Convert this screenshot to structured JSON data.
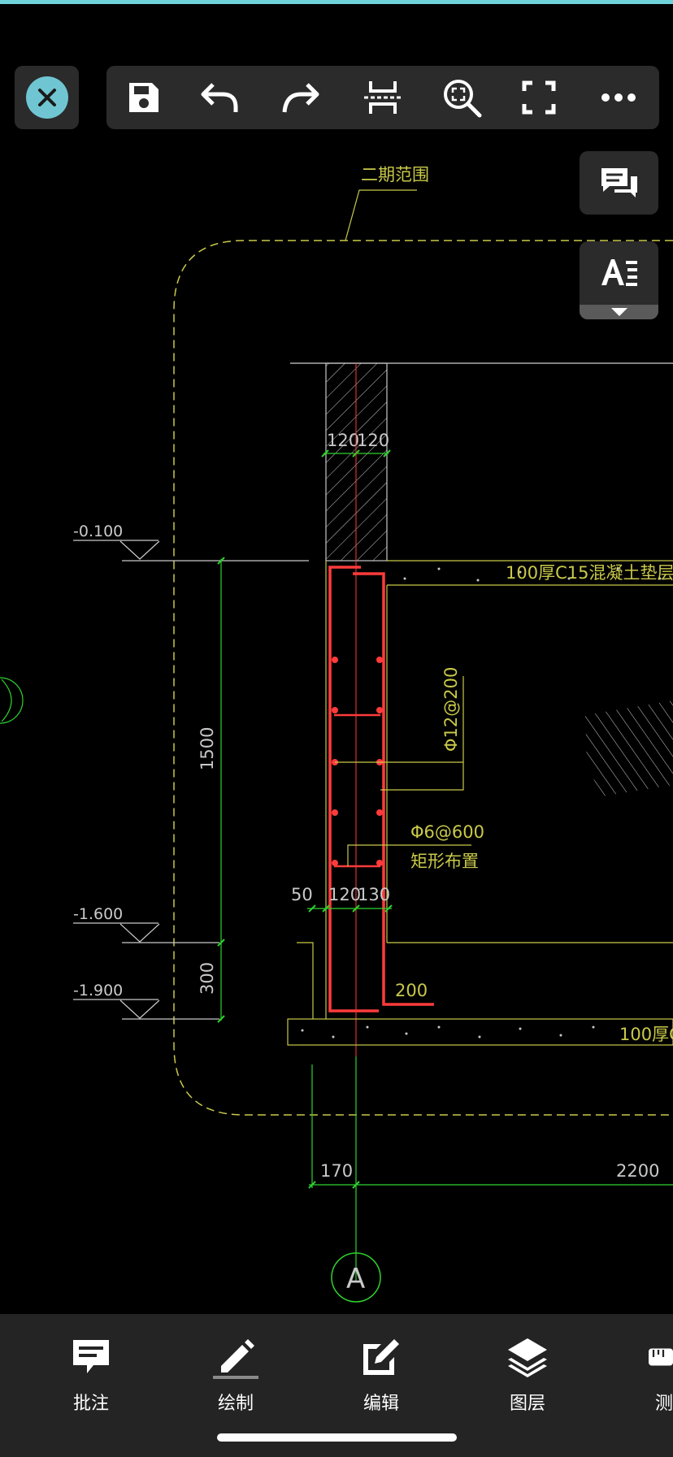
{
  "toolbar": {
    "close_icon": "close-icon",
    "tools": [
      "save-icon",
      "undo-icon",
      "redo-icon",
      "section-cut-icon",
      "zoom-window-icon",
      "fullscreen-icon",
      "more-icon"
    ]
  },
  "side_buttons": {
    "comments_icon": "comments-icon",
    "text_style_icon": "text-style-icon"
  },
  "drawing": {
    "phase_label": "二期范围",
    "dim_top_1": "120",
    "dim_top_2": "120",
    "elev_1": "-0.100",
    "elev_2": "-1.600",
    "elev_3": "-1.900",
    "dim_height_1": "1500",
    "dim_height_2": "300",
    "cushion_top": "100厚C15混凝土垫层",
    "cushion_bottom": "100厚C",
    "rebar_main": "Φ12@200",
    "rebar_tie": "Φ6@600",
    "tie_layout": "矩形布置",
    "dim_bottom_1": "50",
    "dim_bottom_2": "120",
    "dim_bottom_3": "130",
    "footing_ext": "200",
    "dim_170": "170",
    "dim_2200": "2200",
    "axis_label": "A"
  },
  "bottom_nav": [
    {
      "label": "批注",
      "icon": "annotate-icon"
    },
    {
      "label": "绘制",
      "icon": "draw-pencil-icon"
    },
    {
      "label": "编辑",
      "icon": "edit-icon"
    },
    {
      "label": "图层",
      "icon": "layers-icon"
    },
    {
      "label": "测",
      "icon": "measure-icon"
    }
  ],
  "colors": {
    "accent": "#6fc6d2",
    "cad_yellow": "#c9c94a",
    "cad_green": "#2fd22f",
    "cad_red": "#ff3b3b",
    "toolbar_bg": "#2b2b2b"
  }
}
